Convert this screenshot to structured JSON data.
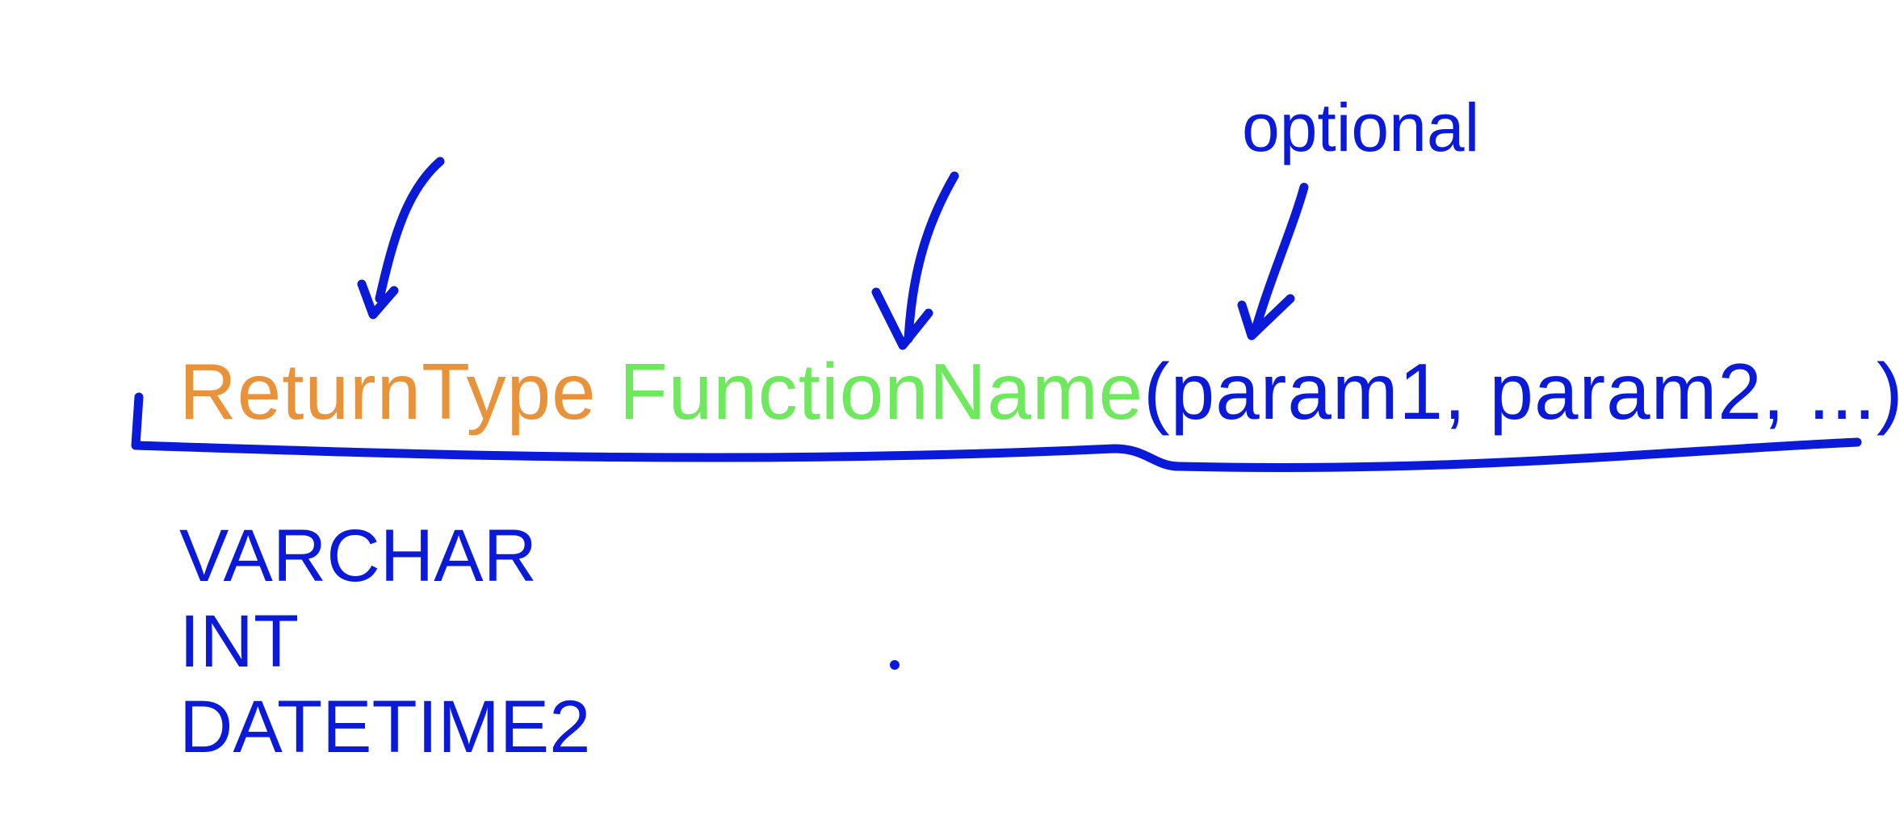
{
  "signature": {
    "return_type": "ReturnType",
    "function_name": "FunctionName",
    "params": "(param1, param2, ...)"
  },
  "annotation": {
    "optional_label": "optional"
  },
  "return_types": [
    "VARCHAR",
    "INT",
    "DATETIME2"
  ],
  "colors": {
    "ink": "#0a1ad8",
    "return_type": "#e8923a",
    "function_name": "#6ee85c",
    "background": "#ffffff"
  }
}
